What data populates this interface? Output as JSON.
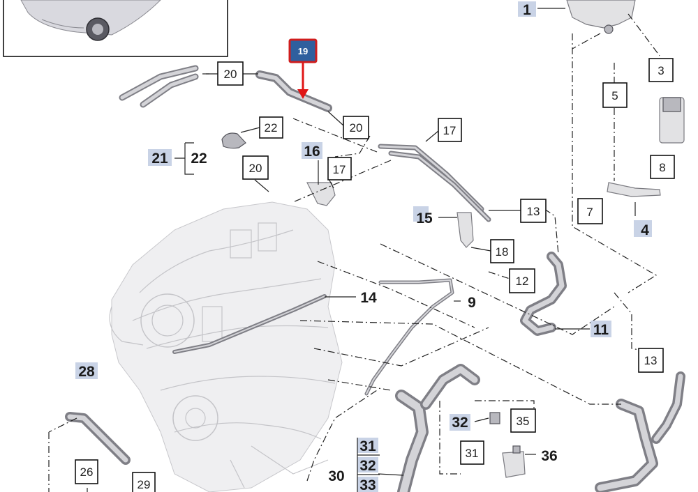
{
  "callouts": {
    "c1": "1",
    "c3": "3",
    "c4": "4",
    "c5": "5",
    "c7": "7",
    "c8": "8",
    "c9": "9",
    "c11": "11",
    "c12": "12",
    "c13a": "13",
    "c13b": "13",
    "c14": "14",
    "c15": "15",
    "c16": "16",
    "c17a": "17",
    "c17b": "17",
    "c18": "18",
    "c19": "19",
    "c20a": "20",
    "c20b": "20",
    "c20c": "20",
    "c21": "21",
    "c22a": "22",
    "c22b": "22",
    "c26": "26",
    "c28": "28",
    "c29": "29",
    "c30": "30",
    "c31a": "31",
    "c31b": "31",
    "c32a": "32",
    "c32b": "32",
    "c33": "33",
    "c35": "35",
    "c36": "36"
  },
  "colors": {
    "highlight_badge": "#2f5f9e",
    "highlight_border": "#d01d1d",
    "number_highlight": "#c9d3e6"
  }
}
